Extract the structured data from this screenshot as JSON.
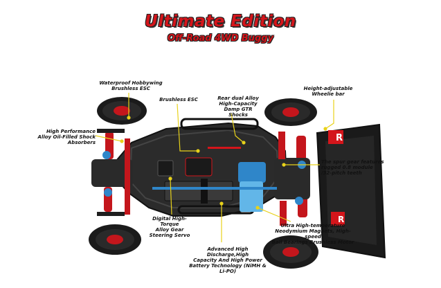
{
  "header": {
    "title": "Ultimate Edition",
    "subtitle": "Off-Road 4WD Buggy"
  },
  "callouts": {
    "esc_waterproof": "Waterproof Hobbywing\nBrushless ESC",
    "esc_brushless": "Brushless ESC",
    "shocks_rear": "Rear dual Alloy\nHigh-Capacity\nDamp GTR Shocks",
    "wheelie_bar": "Height-adjustable\nWheelie bar",
    "shocks_front": "High Performance\nAlloy Oil-Filled Shock\nAbsorbers",
    "spur_gear": "The spur gear features\nrugged 0.8 module\n/32-pitch teeth",
    "servo": "Digital High-Torque\nAlloy Gear\nSteering Servo",
    "motor": "Ultra High-temperature\nNeodymium Magnets, High-speed\nBall Bearings Brushless Motor",
    "battery": "Advanced High Discharge,High\nCapacity And High Power\nBattery Technology (NiMH & Li-PO)"
  },
  "branding": {
    "wing_logo": "R"
  },
  "colors": {
    "title_red": "#d4151b",
    "callout_line": "#e8d21a",
    "chassis": "#2b2b2b",
    "alloy_red": "#c4161c",
    "motor_blue": "#2f86c9"
  }
}
